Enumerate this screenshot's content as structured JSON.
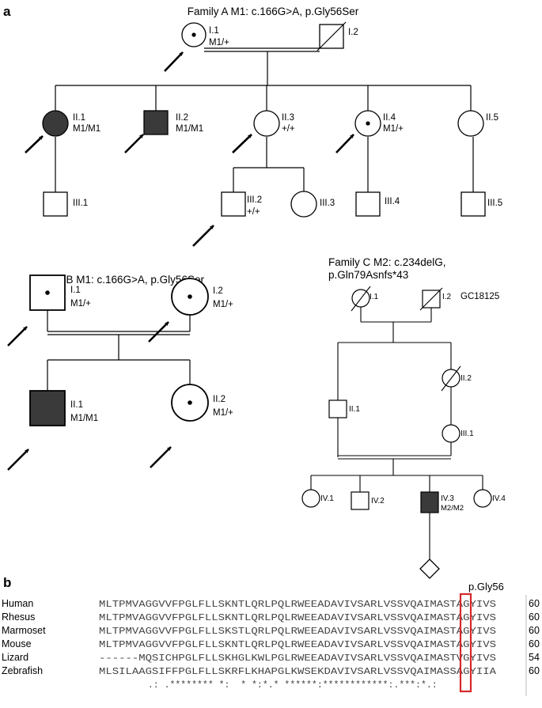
{
  "panel_a_label": "a",
  "panel_b_label": "b",
  "family_a": {
    "title": "Family A M1: c.166G>A, p.Gly56Ser",
    "members": [
      {
        "id": "I.1",
        "genotype": "M1/+"
      },
      {
        "id": "I.2",
        "genotype": ""
      },
      {
        "id": "II.1",
        "genotype": "M1/M1"
      },
      {
        "id": "II.2",
        "genotype": "M1/M1"
      },
      {
        "id": "II.3",
        "genotype": "+/+"
      },
      {
        "id": "II.4",
        "genotype": "M1/+"
      },
      {
        "id": "II.5",
        "genotype": ""
      },
      {
        "id": "III.1",
        "genotype": ""
      },
      {
        "id": "III.2",
        "genotype": "+/+"
      },
      {
        "id": "III.3",
        "genotype": ""
      },
      {
        "id": "III.4",
        "genotype": ""
      },
      {
        "id": "III.5",
        "genotype": ""
      }
    ]
  },
  "family_b": {
    "title": "Family B M1: c.166G>A, p.Gly56Ser",
    "members": [
      {
        "id": "I.1",
        "genotype": "M1/+"
      },
      {
        "id": "I.2",
        "genotype": "M1/+"
      },
      {
        "id": "II.1",
        "genotype": "M1/M1"
      },
      {
        "id": "II.2",
        "genotype": "M1/+"
      }
    ]
  },
  "family_c": {
    "title_line1": "Family C M2: c.234delG,",
    "title_line2": "p.Gln79Asnfs*43",
    "code": "GC18125",
    "members": [
      {
        "id": "I.1",
        "genotype": ""
      },
      {
        "id": "I.2",
        "genotype": ""
      },
      {
        "id": "II.1",
        "genotype": ""
      },
      {
        "id": "II.2",
        "genotype": ""
      },
      {
        "id": "III.1",
        "genotype": ""
      },
      {
        "id": "IV.1",
        "genotype": ""
      },
      {
        "id": "IV.2",
        "genotype": ""
      },
      {
        "id": "IV.3",
        "genotype": "M2/M2"
      },
      {
        "id": "IV.4",
        "genotype": ""
      }
    ]
  },
  "alignment": {
    "highlight_label": "p.Gly56",
    "rows": [
      {
        "species": "Human",
        "sequence": "MLTPMVAGGVVFPGLFLLSKNTLQRLPQLRWEEADAVIVSARLVSSVQAIMASTAGYIVS",
        "end": "60"
      },
      {
        "species": "Rhesus",
        "sequence": "MLTPMVAGGVVFPGLFLLSKNTLQRLPQLRWEEADAVIVSARLVSSVQAIMASTAGYIVS",
        "end": "60"
      },
      {
        "species": "Marmoset",
        "sequence": "MLTPMVAGGVVFPGLFLLSKSTLQRLPQLRWEEADAVIVSARLVSSVQAIMASTAGYIVS",
        "end": "60"
      },
      {
        "species": "Mouse",
        "sequence": "MLTPMVAGGVVFPGLFLLSKNTLQRLPQLRWEEADAVIVSARLVSSVQAIMASTAGYIVS",
        "end": "60"
      },
      {
        "species": "Lizard",
        "sequence": "------MQSICHPGLFLLSKHGLKWLPGLRWEEADAVIVSARLVSSVQAIMASTVGYIVS",
        "end": "54"
      },
      {
        "species": "Zebrafish",
        "sequence": "MLSILAAGSIFFPGLFLLSKRFLKHAPGLKWSEKDAVIVSARLVSSVQAIMASSAGYIIA",
        "end": "60"
      }
    ],
    "conservation": " .: .******** *:  * *:*.* ******:************:.***:*.:"
  }
}
